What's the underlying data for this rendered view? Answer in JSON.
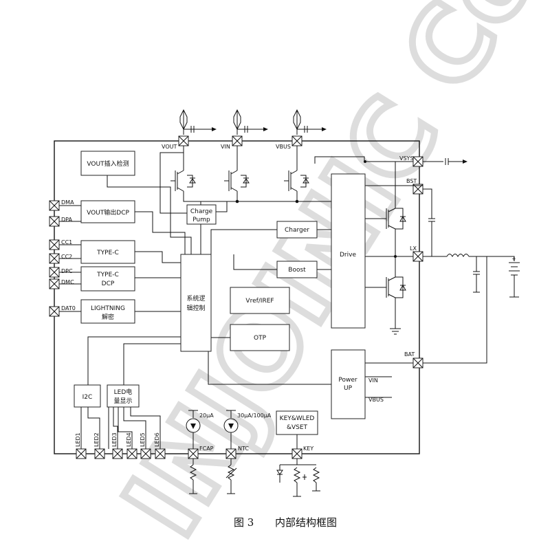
{
  "blocks": {
    "vout_detect": "VOUT插入检测",
    "vout_dcp": "VOUT输出DCP",
    "typec_1": "TYPE-C",
    "typec_dcp_1": "TYPE-C",
    "typec_dcp_2": "DCP",
    "lightning_1": "LIGHTNING",
    "lightning_2": "解密",
    "charge_pump_1": "Charge",
    "charge_pump_2": "Pump",
    "logic_1": "系统逻",
    "logic_2": "辑控制",
    "charger": "Charger",
    "boost": "Boost",
    "vref": "Vref/IREF",
    "otp": "OTP",
    "drive": "Drive",
    "power_up_1": "Power",
    "power_up_2": "UP",
    "i2c": "I2C",
    "led_display_1": "LED电",
    "led_display_2": "量显示",
    "key_1": "KEY&WLED",
    "key_2": "&VSET",
    "src_20ua": "20µA",
    "src_30ua": "30µA/100µA"
  },
  "pins": {
    "vout": "VOUT",
    "vin": "VIN",
    "vbus": "VBUS",
    "vsys": "VSYS",
    "bst": "BST",
    "lx": "LX",
    "bat": "BAT",
    "dma": "DMA",
    "dpa": "DPA",
    "cc1": "CC1",
    "cc2": "CC2",
    "dpc": "DPC",
    "dmc": "DMC",
    "dat0": "DAT0",
    "led1": "LED1",
    "led2": "LED2",
    "led3": "LED3",
    "led4": "LED4",
    "led5": "LED5",
    "led6": "LED6",
    "fcap": "FCAP",
    "ntc": "NTC",
    "key": "KEY"
  },
  "internal": {
    "vin": "VIN",
    "vbus": "VBUS"
  },
  "caption": {
    "figure": "图 3",
    "title": "内部结构框图"
  },
  "watermark": "INJOINIC Corp"
}
